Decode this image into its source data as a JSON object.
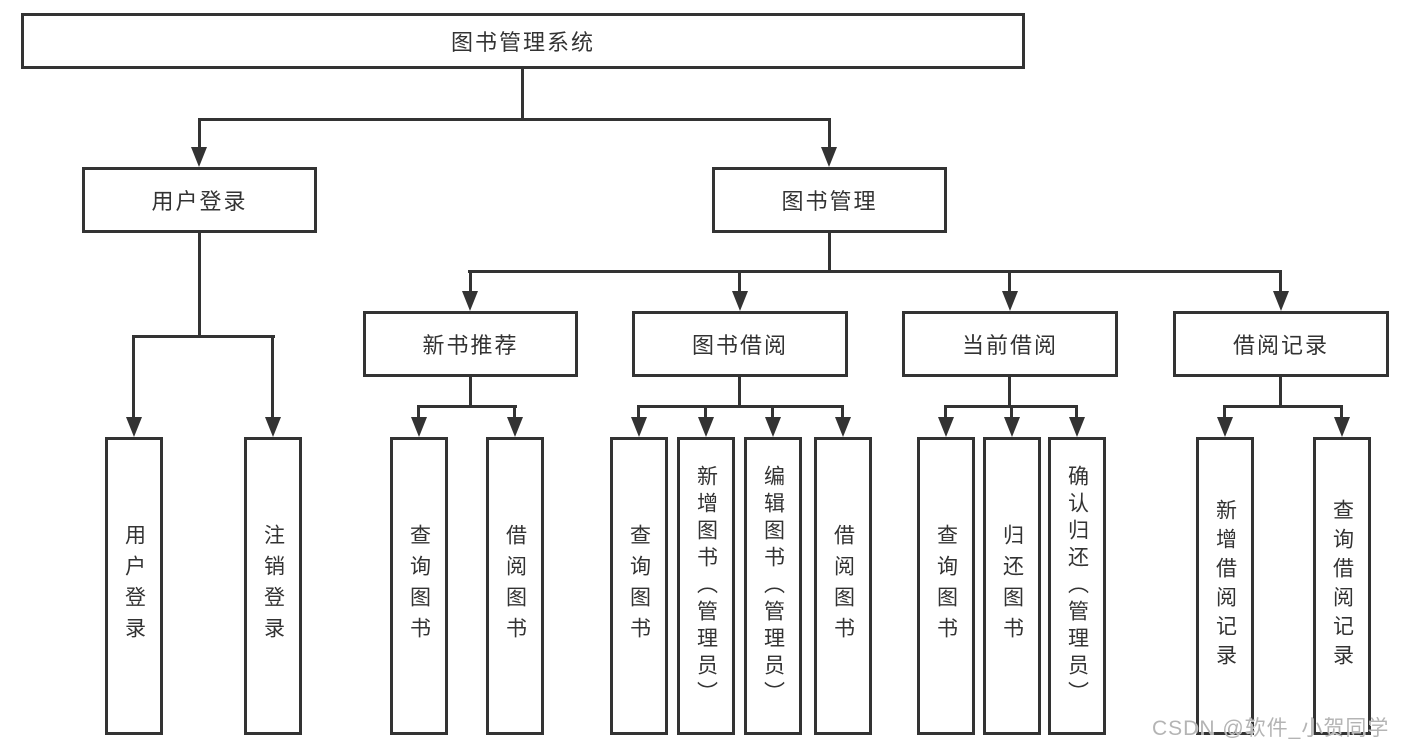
{
  "diagram": {
    "type": "hierarchy-tree",
    "root": {
      "label": "图书管理系统"
    },
    "level2": [
      {
        "id": "user-login",
        "label": "用户登录"
      },
      {
        "id": "book-management",
        "label": "图书管理"
      }
    ],
    "level3": [
      {
        "id": "new-book-recommend",
        "parent": "图书管理",
        "label": "新书推荐"
      },
      {
        "id": "book-borrowing",
        "parent": "图书管理",
        "label": "图书借阅"
      },
      {
        "id": "current-borrowing",
        "parent": "图书管理",
        "label": "当前借阅"
      },
      {
        "id": "borrowing-records",
        "parent": "图书管理",
        "label": "借阅记录"
      }
    ],
    "leaves": [
      {
        "parent": "用户登录",
        "label": "用户登录"
      },
      {
        "parent": "用户登录",
        "label": "注销登录"
      },
      {
        "parent": "新书推荐",
        "label": "查询图书"
      },
      {
        "parent": "新书推荐",
        "label": "借阅图书"
      },
      {
        "parent": "图书借阅",
        "label": "查询图书"
      },
      {
        "parent": "图书借阅",
        "label": "新增图书（管理员）"
      },
      {
        "parent": "图书借阅",
        "label": "编辑图书（管理员）"
      },
      {
        "parent": "图书借阅",
        "label": "借阅图书"
      },
      {
        "parent": "当前借阅",
        "label": "查询图书"
      },
      {
        "parent": "当前借阅",
        "label": "归还图书"
      },
      {
        "parent": "当前借阅",
        "label": "确认归还（管理员）"
      },
      {
        "parent": "借阅记录",
        "label": "新增借阅记录"
      },
      {
        "parent": "借阅记录",
        "label": "查询借阅记录"
      }
    ],
    "watermark": "CSDN @软件_小贺同学",
    "colors": {
      "line": "#333333",
      "text": "#333333",
      "watermark": "#b4b4b4",
      "background": "#ffffff"
    }
  }
}
